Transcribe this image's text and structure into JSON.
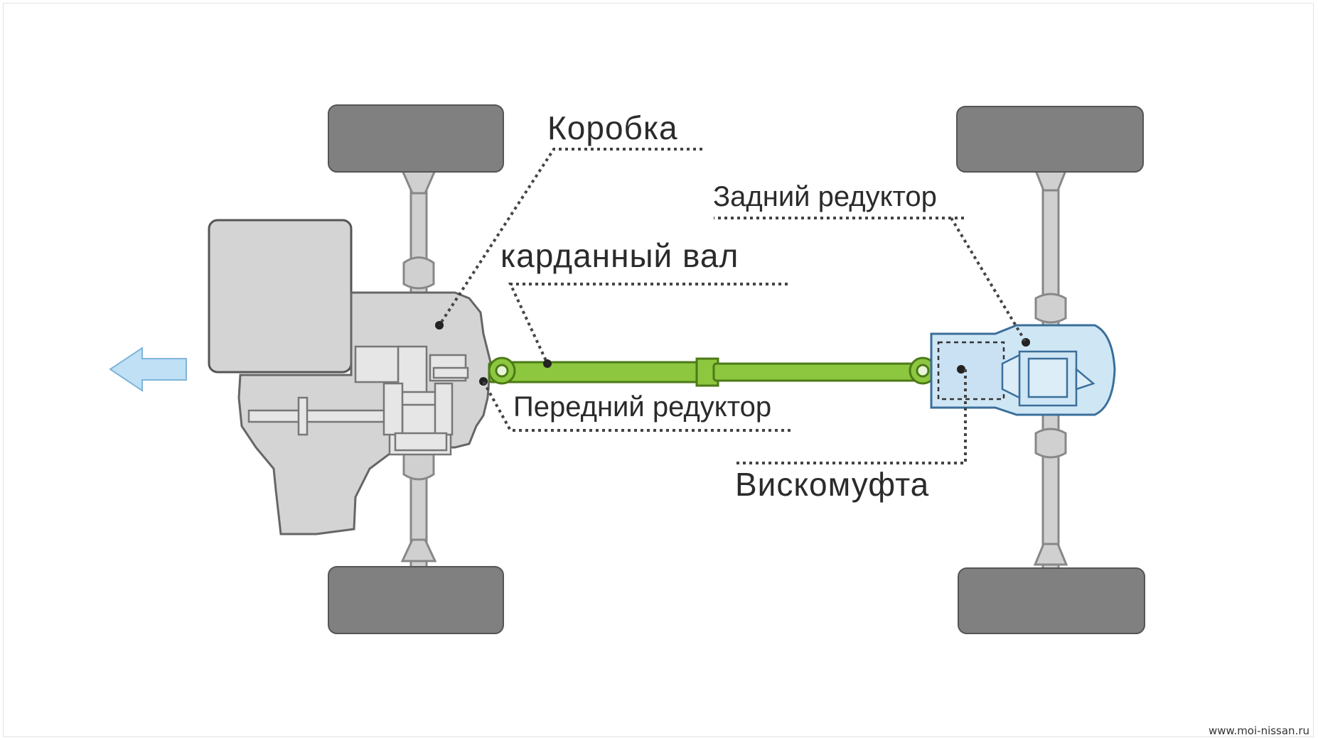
{
  "labels": {
    "gearbox": "Коробка",
    "propshaft": "карданный вал",
    "rear_diff": "Задний редуктор",
    "front_diff": "Передний редуктор",
    "viscous_coupling": "Вискомуфта"
  },
  "credit": "www.moi-nissan.ru",
  "colors": {
    "wheel": "#808080",
    "housing": "#d4d4d4",
    "propshaft": "#8dc63f",
    "rear_unit": "#cfe6f5",
    "arrow": "#bfe0f5"
  },
  "icons": {
    "direction_arrow": "arrow-left-icon"
  }
}
